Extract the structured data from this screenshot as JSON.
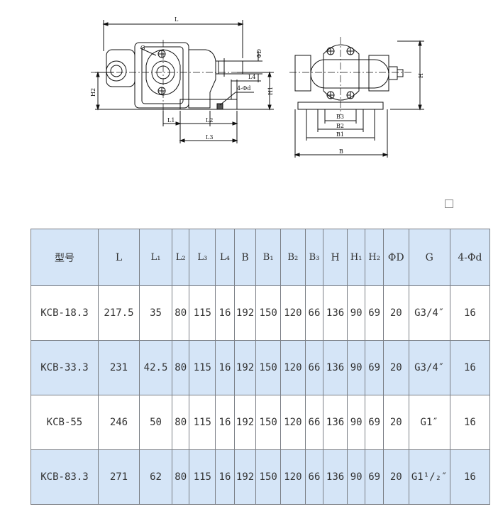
{
  "drawing": {
    "labels": {
      "L": "L",
      "G": "G",
      "phiD": "ΦD",
      "L4": "L4",
      "fourPhiD": "4-Φd",
      "H1": "H1",
      "H2": "H2",
      "L1": "L1",
      "L2": "L2",
      "L3": "L3",
      "H": "H",
      "B3": "B3",
      "B2": "B2",
      "B1": "B1",
      "B": "B"
    }
  },
  "table": {
    "headers": [
      "型号",
      "L",
      "L₁",
      "L₂",
      "L₃",
      "L₄",
      "B",
      "B₁",
      "B₂",
      "B₃",
      "H",
      "H₁",
      "H₂",
      "ΦD",
      "G",
      "4-Φd"
    ],
    "rows": [
      [
        "KCB-18.3",
        "217.5",
        "35",
        "80",
        "115",
        "16",
        "192",
        "150",
        "120",
        "66",
        "136",
        "90",
        "69",
        "20",
        "G3/4″",
        "16"
      ],
      [
        "KCB-33.3",
        "231",
        "42.5",
        "80",
        "115",
        "16",
        "192",
        "150",
        "120",
        "66",
        "136",
        "90",
        "69",
        "20",
        "G3/4″",
        "16"
      ],
      [
        "KCB-55",
        "246",
        "50",
        "80",
        "115",
        "16",
        "192",
        "150",
        "120",
        "66",
        "136",
        "90",
        "69",
        "20",
        "G1″",
        "16"
      ],
      [
        "KCB-83.3",
        "271",
        "62",
        "80",
        "115",
        "16",
        "192",
        "150",
        "120",
        "66",
        "136",
        "90",
        "69",
        "20",
        "G1¹/₂″",
        "16"
      ]
    ]
  }
}
